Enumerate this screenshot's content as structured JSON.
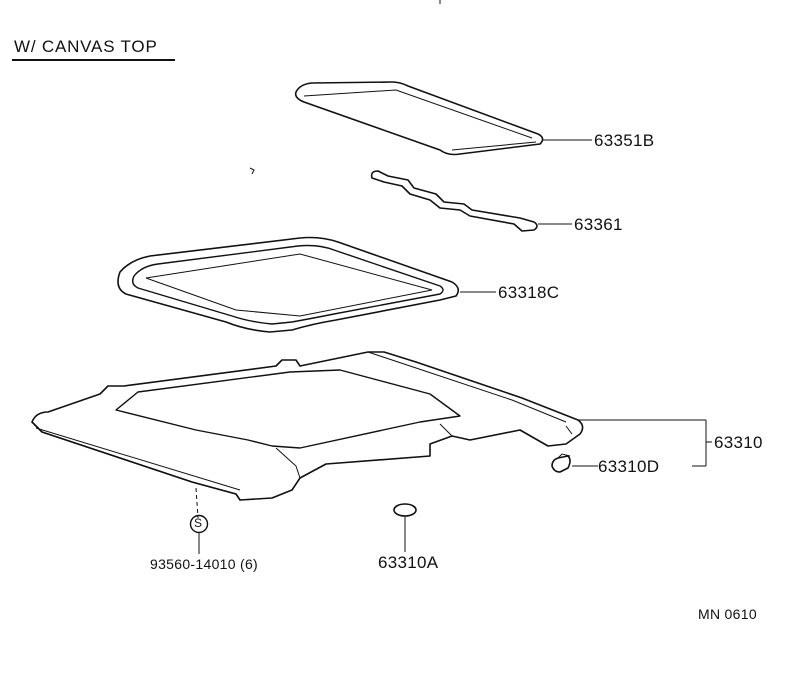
{
  "title": "W/ CANVAS TOP",
  "diagram_code": "MN  0610",
  "callouts": {
    "panel": "63351B",
    "seal": "63361",
    "frame": "63318C",
    "headliner_assembly": "63310",
    "clip": "63310D",
    "plug": "63310A",
    "screw_label": "93560-14010 (6)",
    "screw_symbol": "S"
  }
}
